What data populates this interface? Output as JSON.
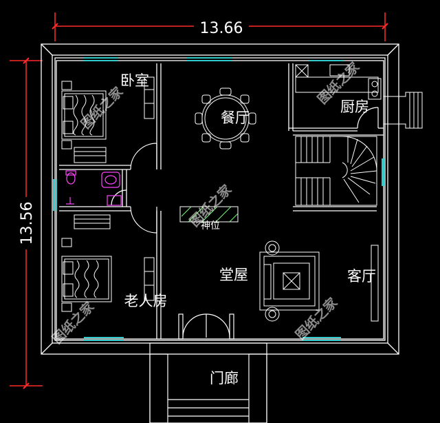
{
  "dimensions": {
    "width": "13.66",
    "height": "13.56"
  },
  "rooms": {
    "bedroom": "卧室",
    "dining": "餐厅",
    "kitchen": "厨房",
    "shrine": "神位",
    "hall": "堂屋",
    "living": "客厅",
    "elder_room": "老人房",
    "porch": "门廊"
  },
  "watermark": "图纸之家",
  "colors": {
    "dimension_line": "#ff2a2a",
    "wall": "#ffffff",
    "window": "#33cccc",
    "sanitary": "#ff44ff",
    "hatch": "#7fff7f"
  }
}
